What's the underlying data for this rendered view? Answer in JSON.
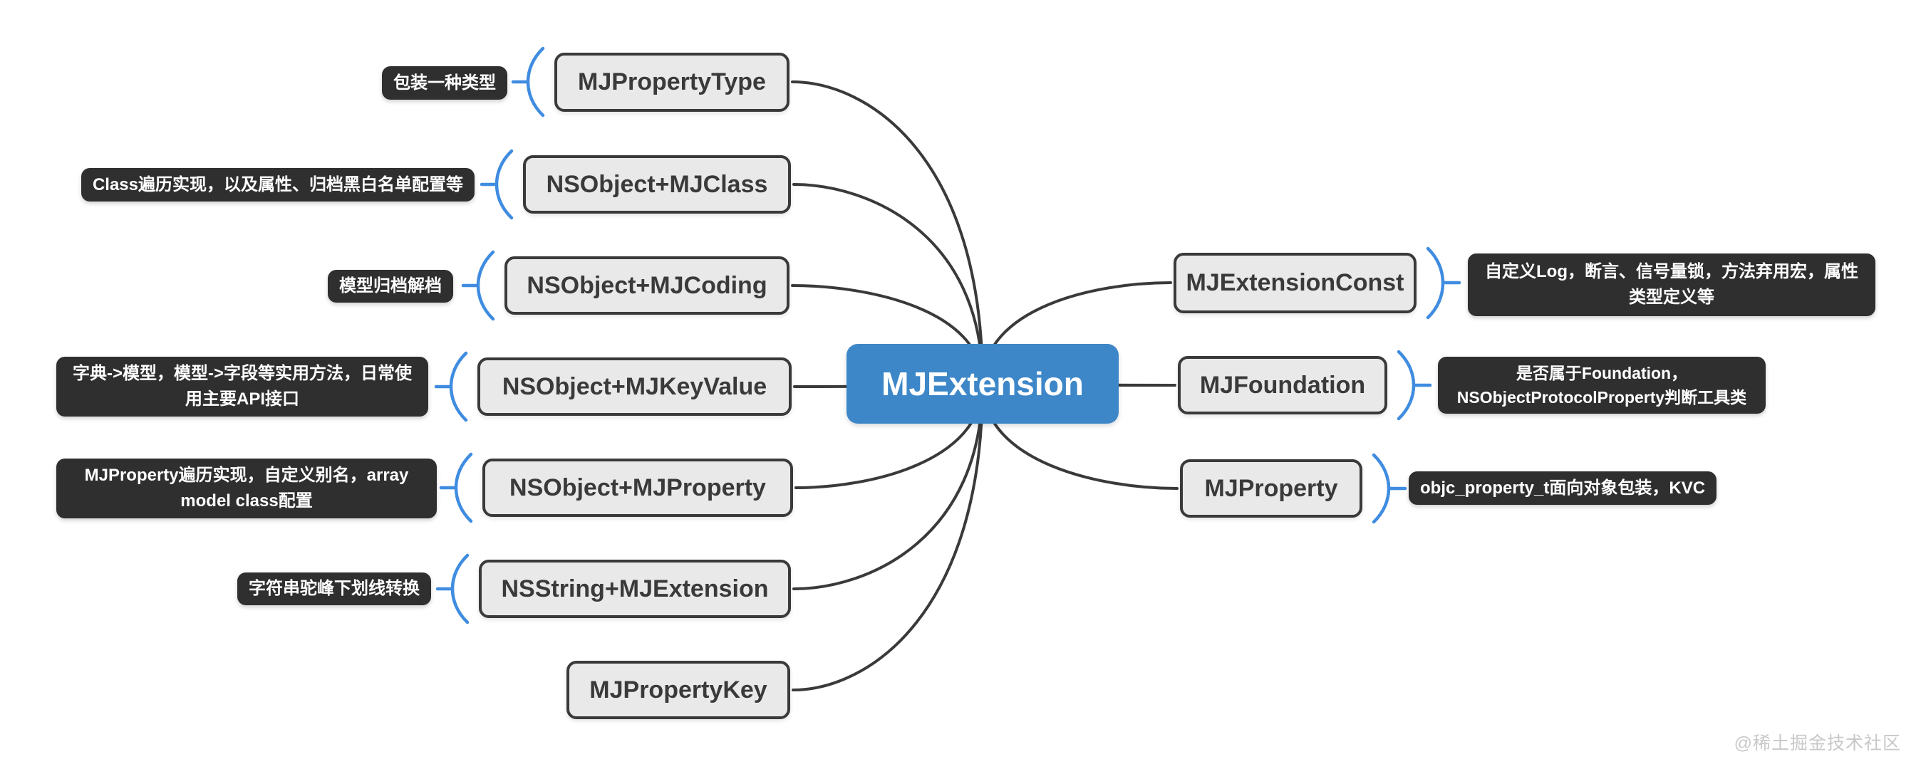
{
  "root": {
    "label": "MJExtension"
  },
  "left_branches": [
    {
      "label": "MJPropertyType",
      "desc": "包装一种类型"
    },
    {
      "label": "NSObject+MJClass",
      "desc": "Class遍历实现，以及属性、归档黑白名单配置等"
    },
    {
      "label": "NSObject+MJCoding",
      "desc": "模型归档解档"
    },
    {
      "label": "NSObject+MJKeyValue",
      "desc": "字典->模型，模型->字段等实用方法，日常使用主要API接口"
    },
    {
      "label": "NSObject+MJProperty",
      "desc": "MJProperty遍历实现，自定义别名，array model class配置"
    },
    {
      "label": "NSString+MJExtension",
      "desc": "字符串驼峰下划线转换"
    },
    {
      "label": "MJPropertyKey",
      "desc": ""
    }
  ],
  "right_branches": [
    {
      "label": "MJExtensionConst",
      "desc": "自定义Log，断言、信号量锁，方法弃用宏，属性类型定义等"
    },
    {
      "label": "MJFoundation",
      "desc": "是否属于Foundation，NSObjectProtocolProperty判断工具类"
    },
    {
      "label": "MJProperty",
      "desc": "objc_property_t面向对象包装，KVC"
    }
  ],
  "watermark": "@稀土掘金技术社区",
  "colors": {
    "root_fill": "#3d87c8",
    "node_fill": "#e9e9e9",
    "node_border": "#3a3a3a",
    "desc_fill": "#2f2f2f",
    "link": "#3a3a3a",
    "bracket": "#3f8ce0",
    "watermark": "#c8c8c8"
  }
}
